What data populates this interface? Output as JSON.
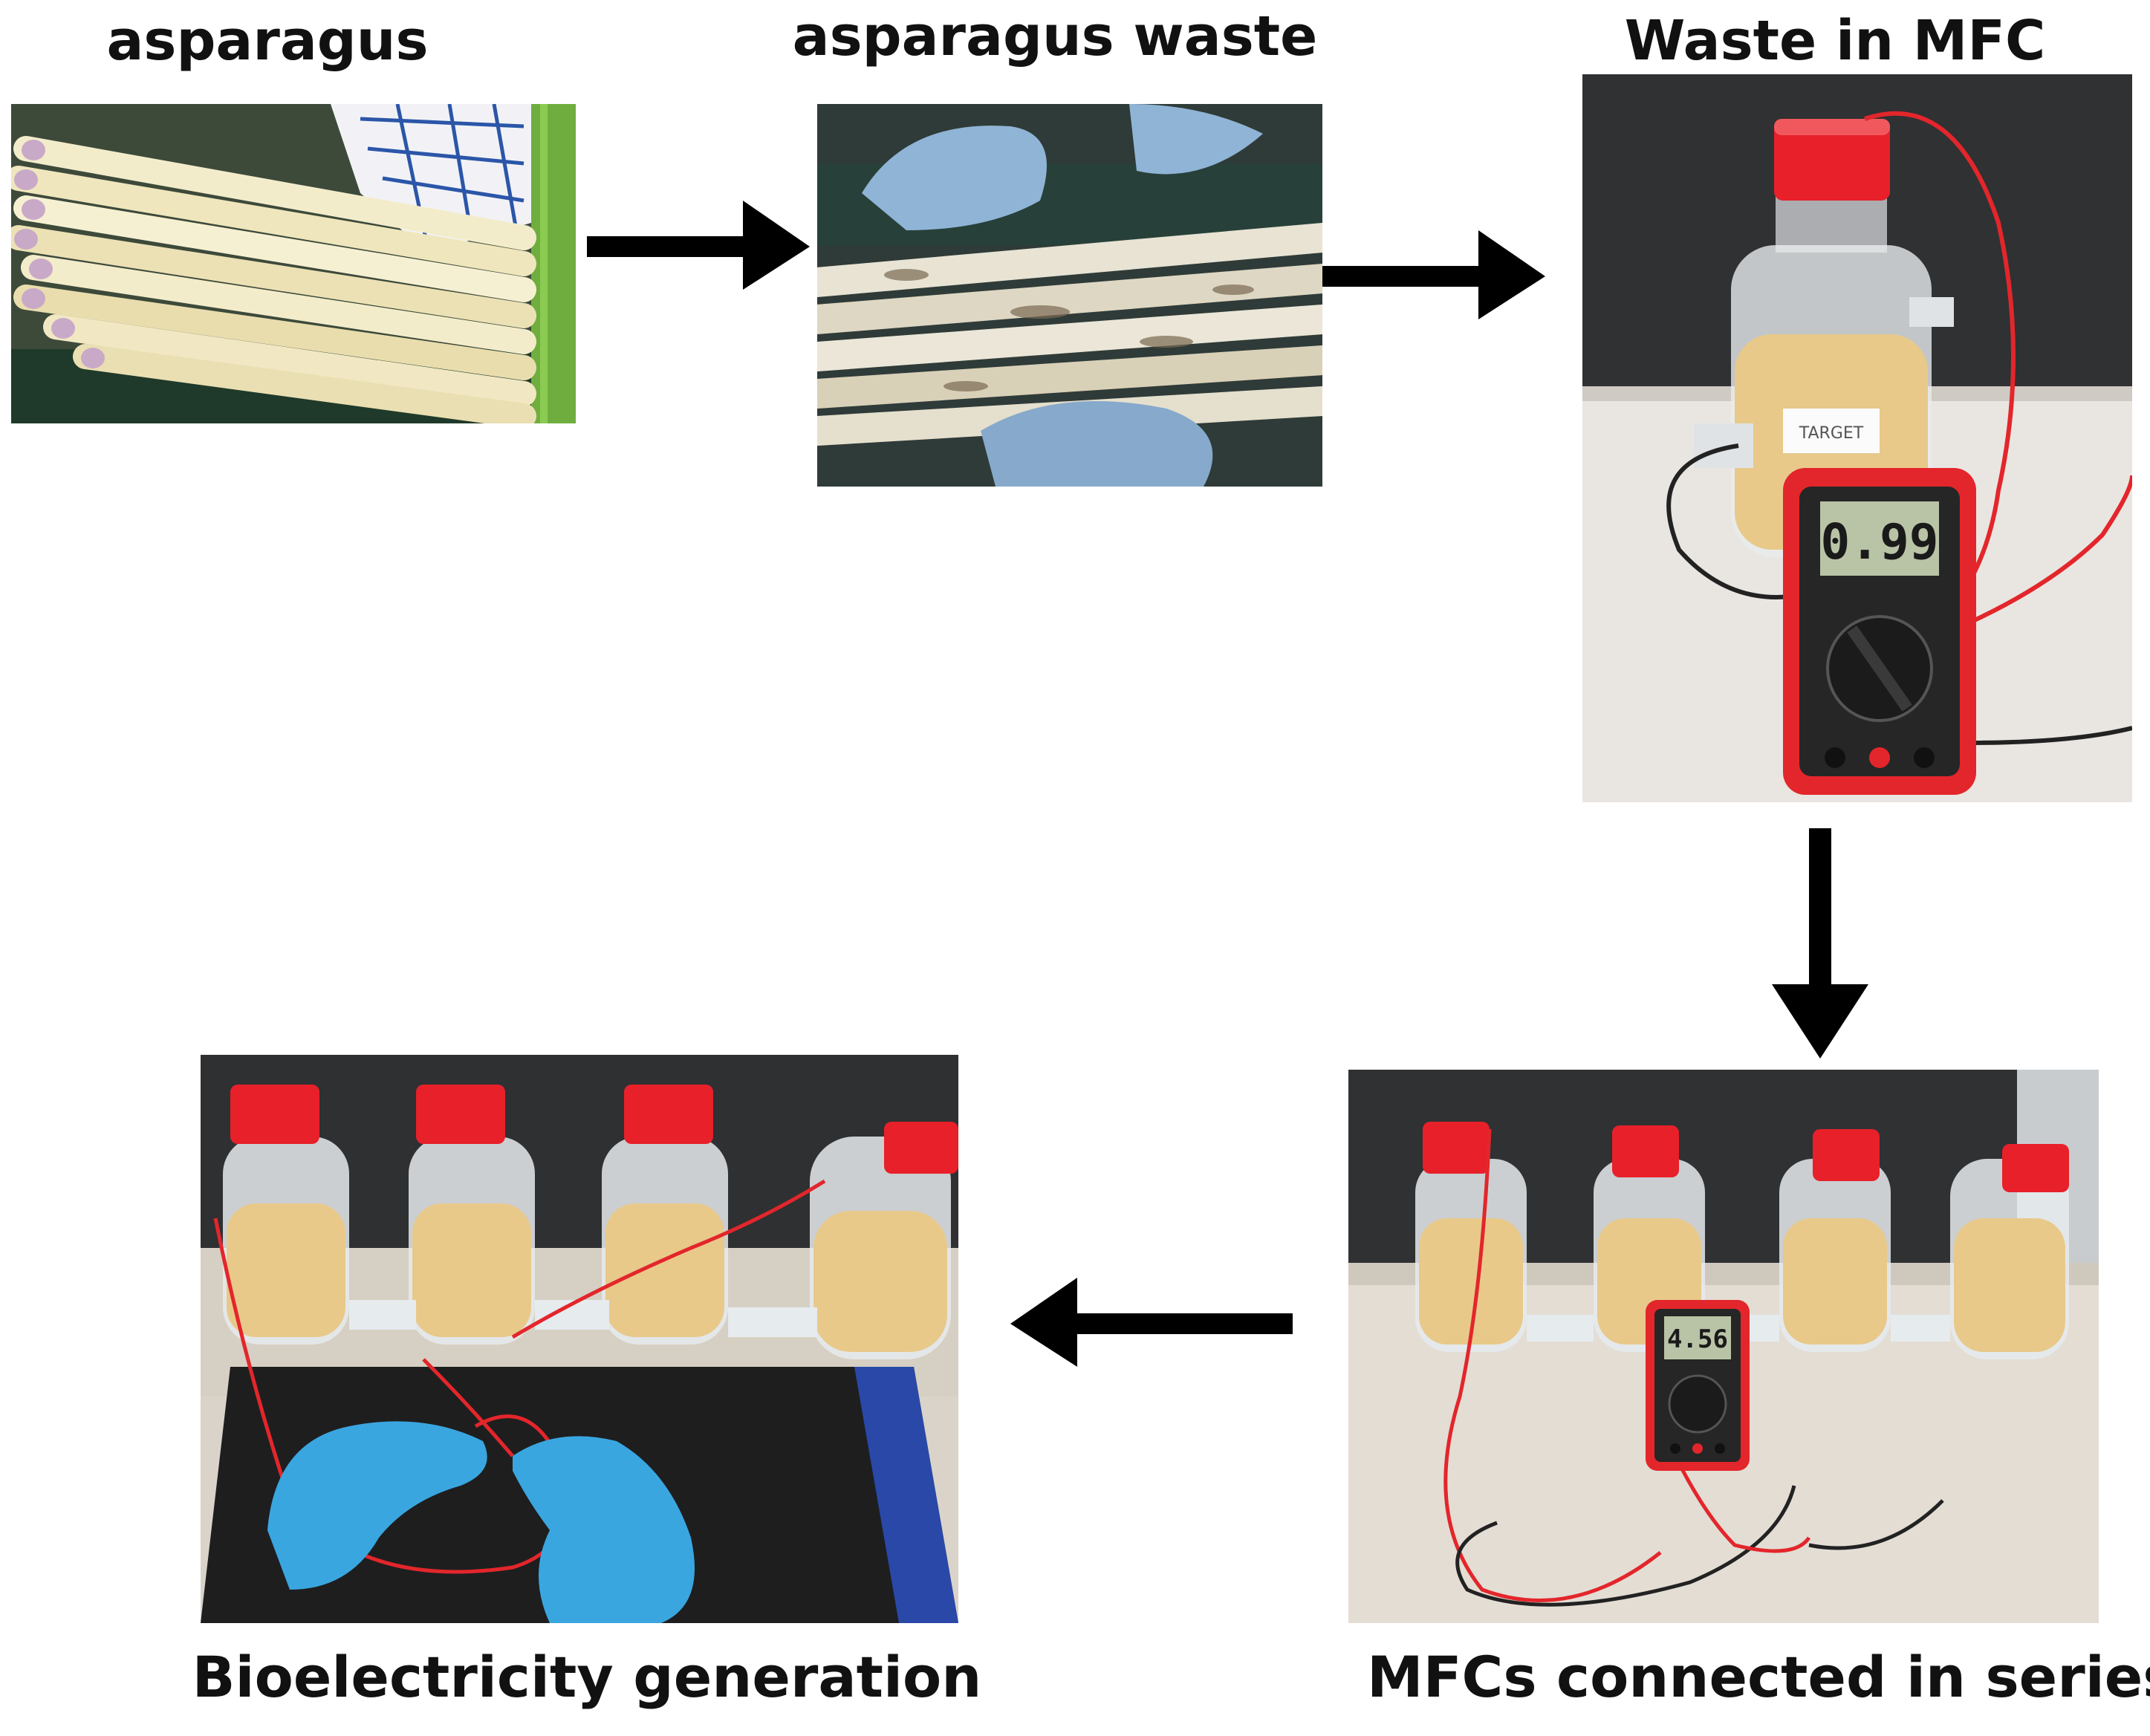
{
  "steps": [
    {
      "label": "asparagus"
    },
    {
      "label": "asparagus waste"
    },
    {
      "label": "Waste in MFC",
      "meter_reading": "0.99",
      "bottle_tag": "TARGET"
    },
    {
      "label": "MFCs connected in series",
      "meter_reading": "4.56"
    },
    {
      "label": "Bioelectricity generation"
    }
  ],
  "colors": {
    "arrow": "#000000",
    "cap": "#e8202a",
    "wire_red": "#e3262b",
    "liquid": "#e8c98a",
    "glove": "#3aa6e0"
  }
}
